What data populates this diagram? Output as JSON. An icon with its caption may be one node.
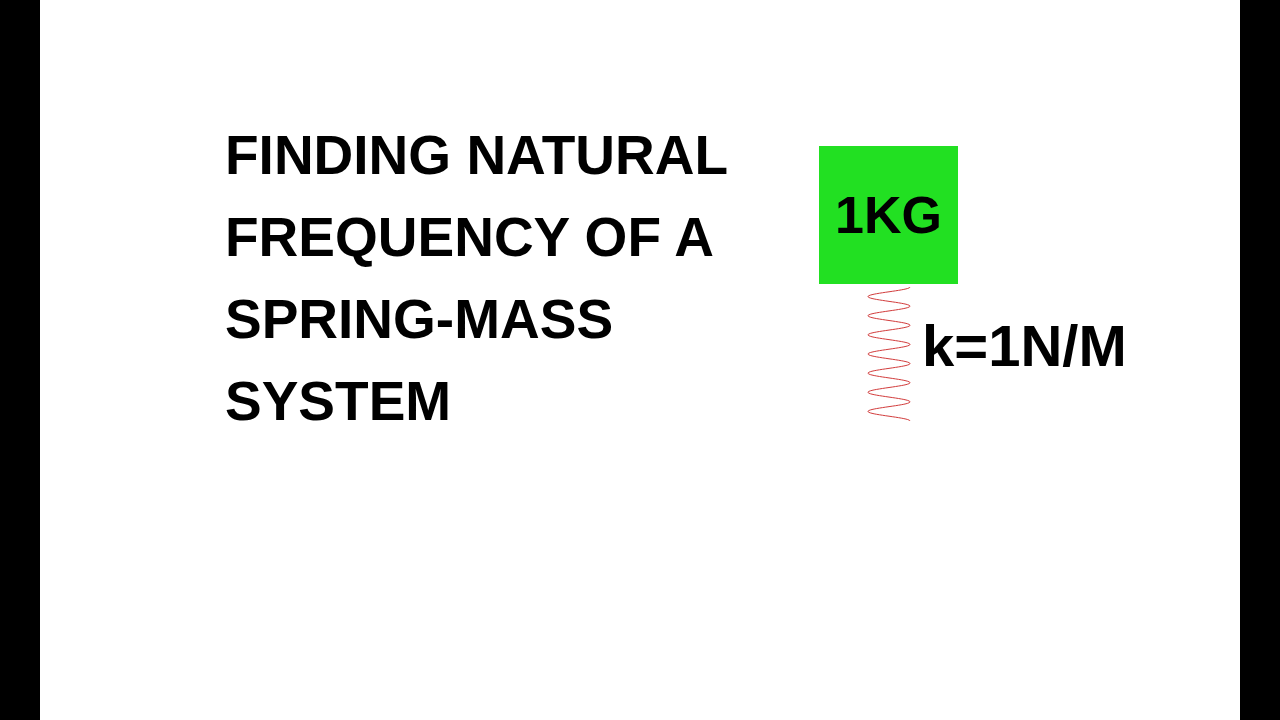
{
  "diagram": {
    "title": "FINDING NATURAL FREQUENCY OF A SPRING-MASS SYSTEM",
    "nodes": [
      {
        "text": [
          "1KG"
        ]
      }
    ],
    "labels": [
      "k=1N/M"
    ]
  }
}
